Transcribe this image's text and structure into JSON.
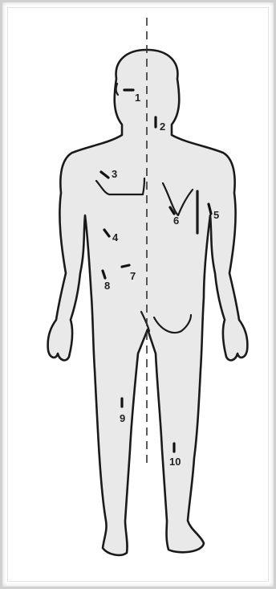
{
  "sites": [
    {
      "label": "1"
    },
    {
      "label": "2"
    },
    {
      "label": "3"
    },
    {
      "label": "4"
    },
    {
      "label": "5"
    },
    {
      "label": "6"
    },
    {
      "label": "7"
    },
    {
      "label": "8"
    },
    {
      "label": "9"
    },
    {
      "label": "10"
    }
  ],
  "colors": {
    "outline": "#1a1a1a",
    "skin": "#e9e9e9",
    "background": "#ffffff"
  }
}
